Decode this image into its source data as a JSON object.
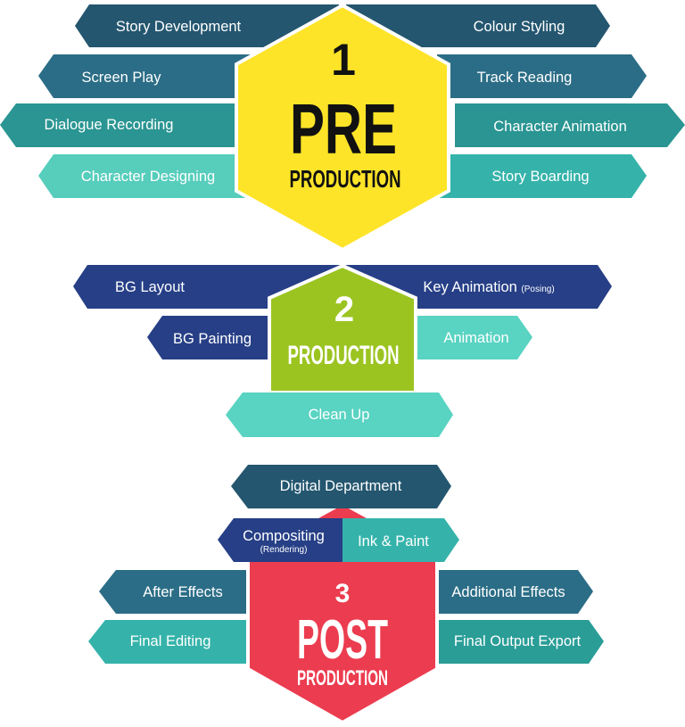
{
  "colors": {
    "yellow": "#fde428",
    "green": "#9bc421",
    "red": "#ec3c4f",
    "navy": "#263f86",
    "slate_dark": "#1e5570",
    "slate": "#2a7a8e",
    "teal": "#2a9d97",
    "teal_mid": "#35b3aa",
    "teal_light": "#59d3c2"
  },
  "stage1": {
    "number": "1",
    "title": "PRE",
    "subtitle": "PRODUCTION",
    "left": [
      "Story Development",
      "Screen Play",
      "Dialogue Recording",
      "Character Designing"
    ],
    "right": [
      "Colour Styling",
      "Track Reading",
      "Character Animation",
      "Story Boarding"
    ]
  },
  "stage2": {
    "number": "2",
    "title": "PRODUCTION",
    "left": [
      "BG Layout",
      "BG Painting"
    ],
    "right_main": "Key Animation",
    "right_sub": "(Posing)",
    "right2": "Animation",
    "bottom": "Clean Up"
  },
  "stage3": {
    "number": "3",
    "title": "POST",
    "subtitle": "PRODUCTION",
    "top": "Digital Department",
    "comp_main": "Compositing",
    "comp_sub": "(Rendering)",
    "ink": "Ink & Paint",
    "left": [
      "After Effects",
      "Final Editing"
    ],
    "right": [
      "Additional Effects",
      "Final Output Export"
    ]
  }
}
